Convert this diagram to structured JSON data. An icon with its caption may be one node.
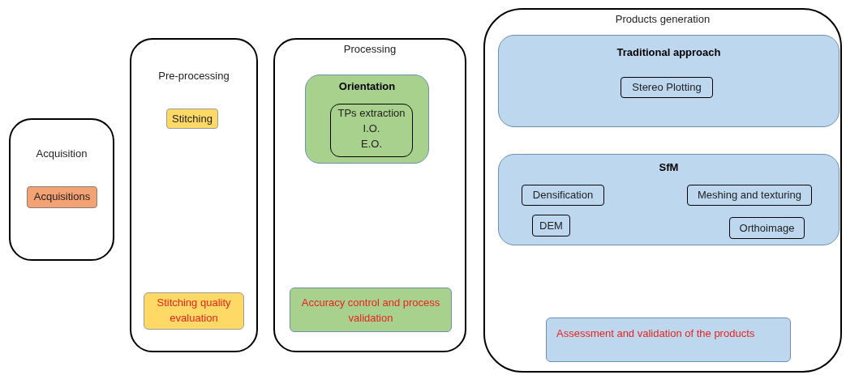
{
  "diagram": {
    "nodes": [
      {
        "text": [
          "Acquisition"
        ]
      },
      {
        "text": [
          "Acquisitions"
        ],
        "in": 0
      },
      {
        "text": [
          "Pre-processing"
        ]
      },
      {
        "text": [
          "Stitching"
        ],
        "in": 2
      },
      {
        "text": [
          "Stitching quality evaluation"
        ],
        "in": 2
      },
      {
        "text": [
          "Processing"
        ]
      },
      {
        "text": [
          "Orientation"
        ],
        "in": 5
      },
      {
        "text": [
          "TPs extraction",
          "I.O.",
          "E.O."
        ],
        "in": 6
      },
      {
        "text": [
          "Accuracy control and process validation"
        ],
        "in": 5
      },
      {
        "text": [
          "Products generation"
        ]
      },
      {
        "text": [
          "Traditional approach"
        ],
        "in": 9
      },
      {
        "text": [
          "Stereo Plotting"
        ],
        "in": 10
      },
      {
        "text": [
          "SfM"
        ],
        "in": 9
      },
      {
        "text": [
          "Densification"
        ],
        "in": 12
      },
      {
        "text": [
          "Meshing and texturing"
        ],
        "in": 12
      },
      {
        "text": [
          "DEM"
        ],
        "in": 12
      },
      {
        "text": [
          "Orthoimage"
        ],
        "in": 12
      },
      {
        "text": [
          "Assessment and validation of the products"
        ],
        "in": 9
      }
    ]
  }
}
